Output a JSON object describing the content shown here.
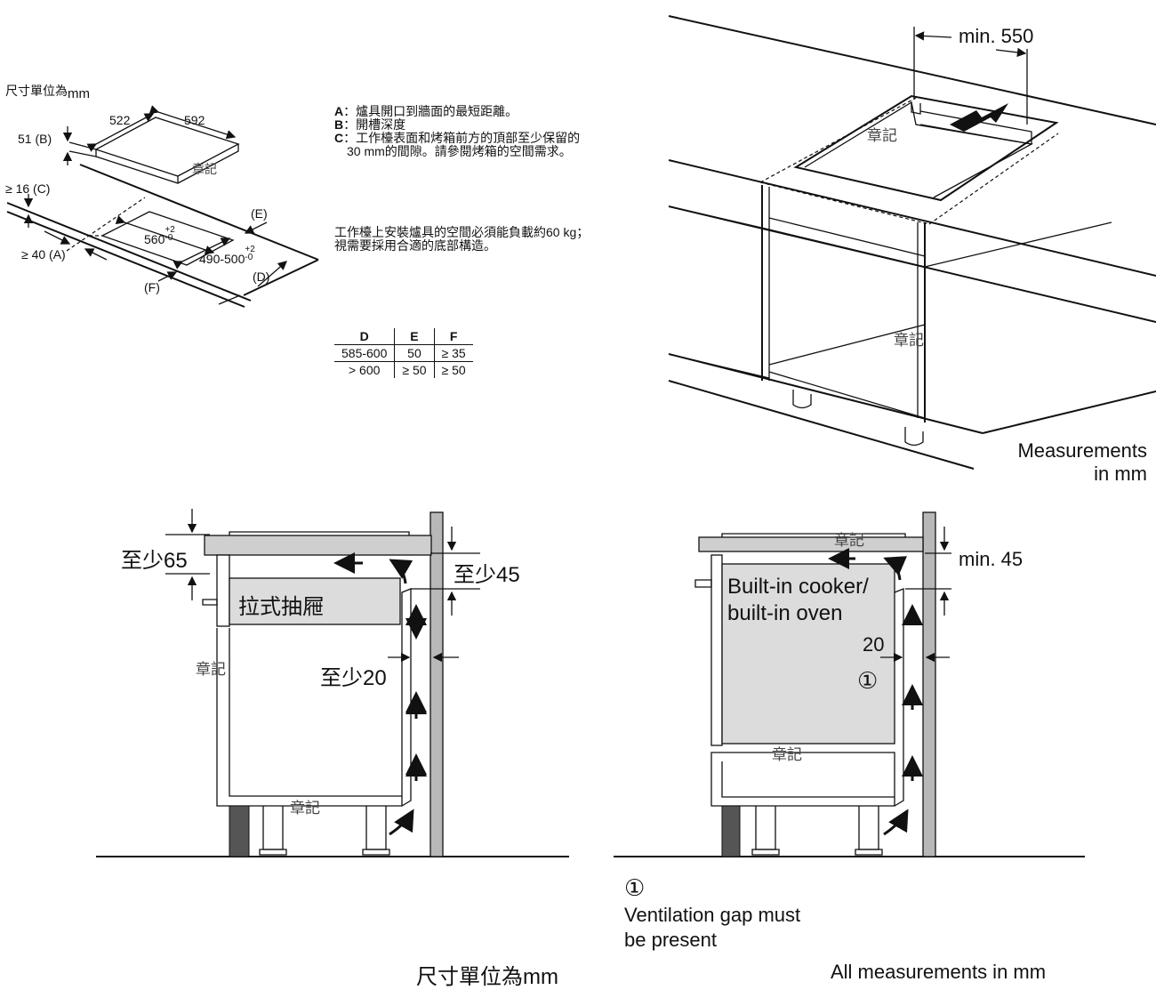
{
  "top_left": {
    "unit_note": "尺寸單位為",
    "unit_mm": "mm",
    "width_522": "522",
    "depth_592": "592",
    "b_label": "51 (B)",
    "c_label": "≥ 16 (C)",
    "a_label": "≥ 40 (A)",
    "cut_width": "560",
    "cut_depth": "490-500",
    "tol_plus": "+2",
    "tol_minus": "-0",
    "e_label": "(E)",
    "d_label": "(D)",
    "f_label": "(F)",
    "stamp": "章記"
  },
  "legend": {
    "a_key": "A",
    "a_text": "：爐具開口到牆面的最短距離。",
    "b_key": "B",
    "b_text": "：開槽深度",
    "c_key": "C",
    "c_text": "：工作檯表面和烤箱前方的頂部至少保留的",
    "c_text2": "30 mm的間隙。請參閱烤箱的空間需求。",
    "load_text": "工作檯上安裝爐具的空間必須能負載約60 kg；",
    "load_text2": "視需要採用合適的底部構造。"
  },
  "table": {
    "headers": [
      "D",
      "E",
      "F"
    ],
    "rows": [
      [
        "585-600",
        "50",
        "≥ 35"
      ],
      [
        "> 600",
        "≥ 50",
        "≥ 50"
      ]
    ]
  },
  "top_right": {
    "min_550": "min. 550",
    "stamp_1": "章記",
    "stamp_2": "章記",
    "measure_line1": "Measurements",
    "measure_line2": "in mm"
  },
  "bottom_left": {
    "min_65": "至少65",
    "min_45": "至少45",
    "drawer": "拉式抽屜",
    "min_20": "至少20",
    "stamp_1": "章記",
    "stamp_2": "章記",
    "unit_note": "尺寸單位為mm"
  },
  "bottom_right": {
    "stamp_1": "章記",
    "min_45": "min. 45",
    "oven_line1": "Built-in cooker/",
    "oven_line2": "built-in oven",
    "gap_20": "20",
    "circle_1": "①",
    "stamp_2": "章記",
    "footnote_num": "①",
    "footnote_line1": "Ventilation gap must",
    "footnote_line2": "be present",
    "all_measure": "All measurements in mm"
  }
}
